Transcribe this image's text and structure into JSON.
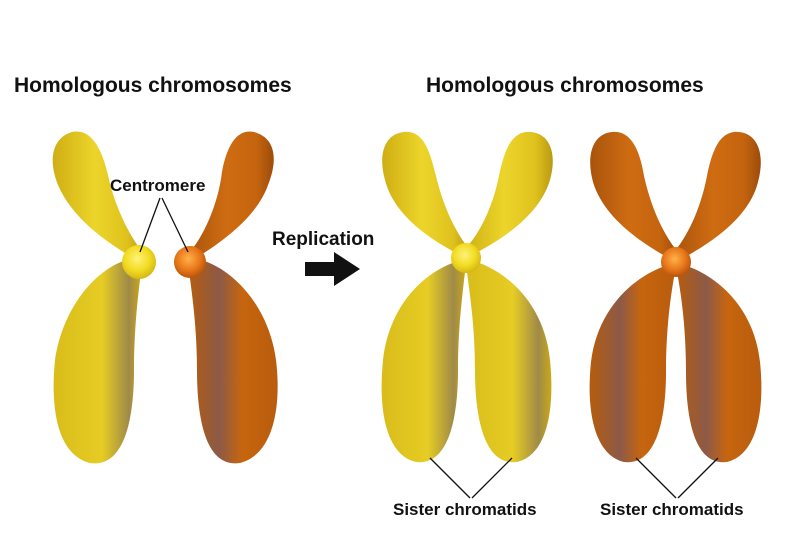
{
  "titles": {
    "left": "Homologous chromosomes",
    "right": "Homologous chromosomes"
  },
  "labels": {
    "centromere": "Centromere",
    "replication": "Replication",
    "sister_chromatids_1": "Sister chromatids",
    "sister_chromatids_2": "Sister chromatids"
  },
  "colors": {
    "yellow_chromosome": "#e2c520",
    "brown_chromosome": "#c9650f",
    "yellow_centromere": "#f5e020",
    "brown_centromere": "#e8781a",
    "arrow": "#111111"
  }
}
